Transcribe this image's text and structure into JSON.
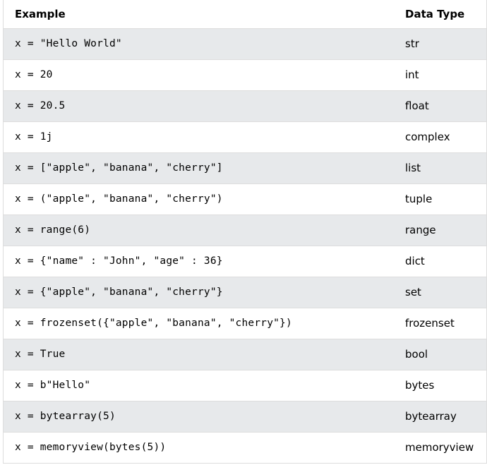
{
  "table": {
    "headers": {
      "example": "Example",
      "data_type": "Data Type"
    },
    "rows": [
      {
        "example": "x = \"Hello World\"",
        "type": "str"
      },
      {
        "example": "x = 20",
        "type": "int"
      },
      {
        "example": "x = 20.5",
        "type": "float"
      },
      {
        "example": "x = 1j",
        "type": "complex"
      },
      {
        "example": "x = [\"apple\", \"banana\", \"cherry\"]",
        "type": "list"
      },
      {
        "example": "x = (\"apple\", \"banana\", \"cherry\")",
        "type": "tuple"
      },
      {
        "example": "x = range(6)",
        "type": "range"
      },
      {
        "example": "x = {\"name\" : \"John\", \"age\" : 36}",
        "type": "dict"
      },
      {
        "example": "x = {\"apple\", \"banana\", \"cherry\"}",
        "type": "set"
      },
      {
        "example": "x = frozenset({\"apple\", \"banana\", \"cherry\"})",
        "type": "frozenset"
      },
      {
        "example": "x = True",
        "type": "bool"
      },
      {
        "example": "x = b\"Hello\"",
        "type": "bytes"
      },
      {
        "example": "x = bytearray(5)",
        "type": "bytearray"
      },
      {
        "example": "x = memoryview(bytes(5))",
        "type": "memoryview"
      }
    ]
  },
  "colors": {
    "stripe": "#e7e9eb",
    "border": "#dddddd",
    "text": "#000000"
  }
}
